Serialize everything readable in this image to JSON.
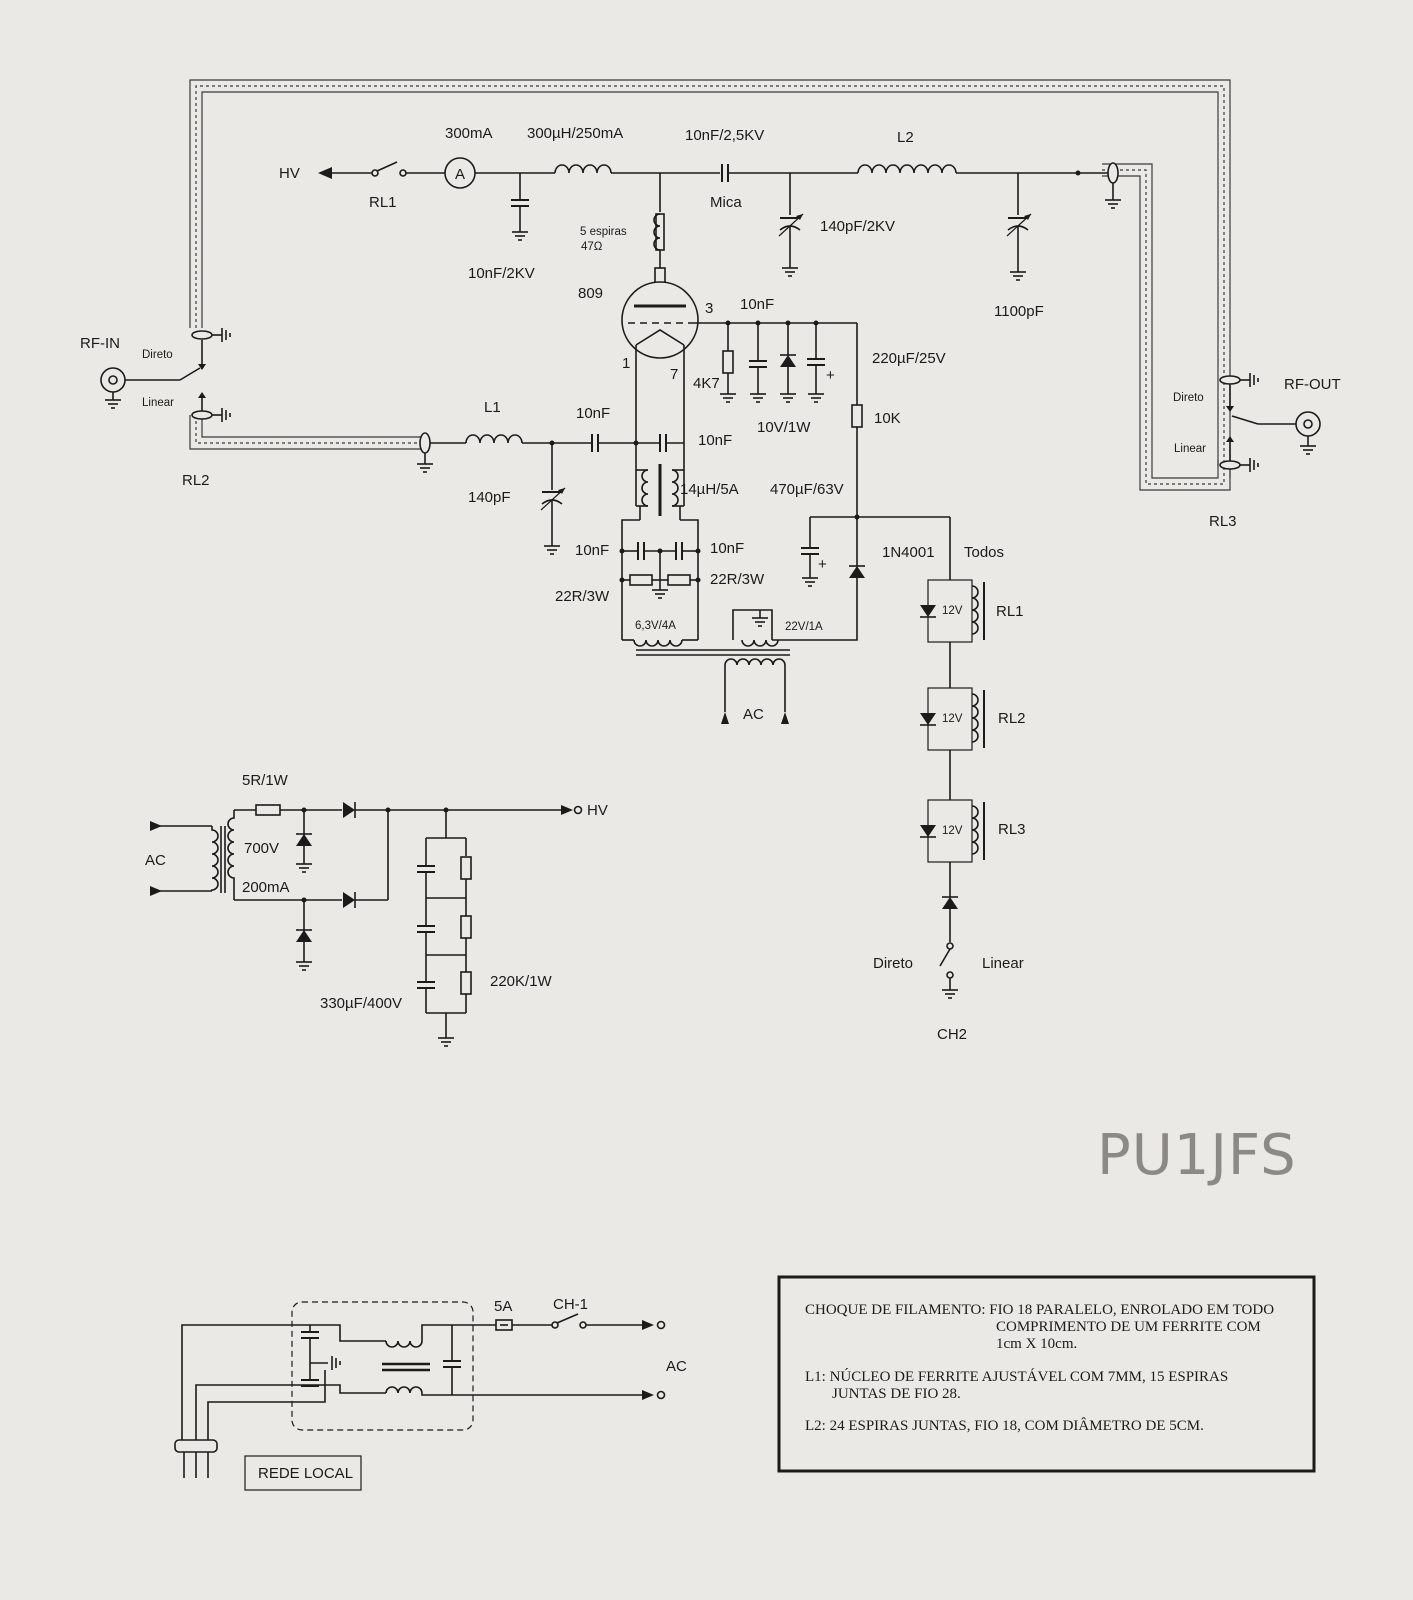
{
  "top_chain": {
    "hv": "HV",
    "rl1": "RL1",
    "meter_current": "300mA",
    "meter_symbol": "A",
    "choke": "300µH/250mA",
    "bypass": "10nF/2KV",
    "coupling": "10nF/2,5KV",
    "coupling_type": "Mica",
    "tune_cap": "140pF/2KV",
    "l2": "L2",
    "load_cap": "1100pF",
    "suppressor_turns": "5 espiras",
    "suppressor_res": "47Ω"
  },
  "tube": {
    "name": "809",
    "pin3": "3",
    "pin1": "1",
    "pin7": "7",
    "grid_bypass": "10nF",
    "grid_res": "4K7",
    "zener": "10V/1W",
    "grid_cap": "220µF/25V",
    "bias_res": "10K"
  },
  "input": {
    "rf_in": "RF-IN",
    "direto": "Direto",
    "linear": "Linear",
    "rl2": "RL2",
    "l1": "L1",
    "in_cap": "10nF",
    "in_trimmer": "140pF",
    "grid_cap2": "10nF"
  },
  "filament": {
    "choke": "14µH/5A",
    "cap_left": "10nF",
    "cap_right": "10nF",
    "res_left": "22R/3W",
    "res_right": "22R/3W",
    "winding_fil": "6,3V/4A",
    "winding_bias": "22V/1A",
    "ac": "AC"
  },
  "relays": {
    "filter_cap": "470µF/63V",
    "diode": "1N4001",
    "todos": "Todos",
    "coil_v": "12V",
    "rl1": "RL1",
    "rl2": "RL2",
    "rl3": "RL3",
    "direto": "Direto",
    "linear": "Linear",
    "switch": "CH2"
  },
  "output": {
    "rf_out": "RF-OUT",
    "direto": "Direto",
    "linear": "Linear",
    "rl3": "RL3"
  },
  "hv_supply": {
    "ac": "AC",
    "res": "5R/1W",
    "sec_v": "700V",
    "sec_i": "200mA",
    "hv": "HV",
    "caps": "330µF/400V",
    "bleeders": "220K/1W"
  },
  "mains": {
    "fuse": "5A",
    "switch": "CH-1",
    "ac": "AC",
    "rede": "REDE LOCAL"
  },
  "notes": [
    "CHOQUE DE FILAMENTO: FIO 18 PARALELO, ENROLADO EM TODO",
    "COMPRIMENTO DE UM FERRITE COM",
    "1cm X 10cm.",
    "L1: NÚCLEO DE FERRITE AJUSTÁVEL COM 7MM, 15 ESPIRAS",
    "JUNTAS DE FIO 28.",
    "L2: 24 ESPIRAS JUNTAS, FIO 18, COM DIÂMETRO DE 5CM."
  ],
  "callsign": "PU1JFS"
}
